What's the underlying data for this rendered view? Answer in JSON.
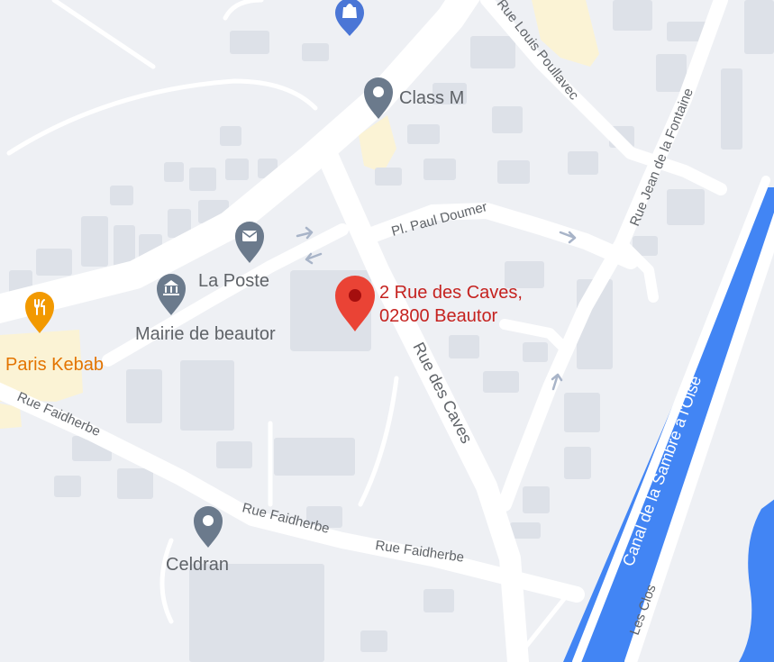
{
  "colors": {
    "land": "#eef0f4",
    "building": "#dde1e8",
    "road": "#ffffff",
    "water": "#4285f4",
    "canal_label": "#ffffff",
    "street_label": "#5f6368",
    "poi_pin": "#6b7a8c",
    "poi_label": "#5f6368",
    "shop_pin": "#4a76d6",
    "food_pin": "#f29900",
    "food_label": "#e37400",
    "selected_pin": "#ea4335",
    "selected_pin_dot": "#a50e0e",
    "selected_label": "#c5221f",
    "yellow_area": "#fbf3d5",
    "arrow": "#a8b4c8"
  },
  "selected_place": {
    "address_line1": "2 Rue des Caves,",
    "address_line2": "02800 Beautor"
  },
  "pois": {
    "class_m": {
      "name": "Class M",
      "icon": "map-pin-icon"
    },
    "la_poste": {
      "name": "La Poste",
      "icon": "mail-icon"
    },
    "mairie": {
      "name": "Mairie de beautor",
      "icon": "city-hall-icon"
    },
    "paris_kebab": {
      "name": "Paris Kebab",
      "icon": "fork-knife-icon"
    },
    "celdran": {
      "name": "Celdran",
      "icon": "map-pin-icon"
    },
    "shop": {
      "icon": "shopping-bag-icon"
    }
  },
  "streets": {
    "louis_poullavec": "Rue Louis Poullavec",
    "jean_fontaine": "Rue Jean de la Fontaine",
    "paul_doumer": "Pl. Paul Doumer",
    "rue_des_caves": "Rue des Caves",
    "faidherbe_1": "Rue Faidherbe",
    "faidherbe_2": "Rue Faidherbe",
    "faidherbe_3": "Rue Faidherbe",
    "les_clos": "Les Clos"
  },
  "canal": "Canal de la Sambre à l'Oise"
}
